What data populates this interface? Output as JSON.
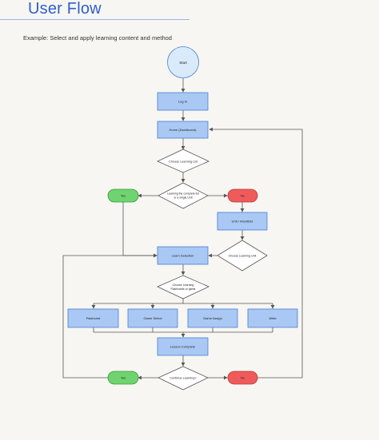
{
  "header": {
    "title": "User Flow",
    "subtitle": "Example: Select and apply learning content and method"
  },
  "nodes": {
    "start": "Start",
    "log_in": "Log In",
    "home": "Home (Dashboard)",
    "choose_list": "Choose Learning List",
    "learn_complete_q": [
      "Learning the complete list",
      "or a single Unit"
    ],
    "yes_top": "Yes",
    "no_top": "No",
    "unit_vocab": "Unit / Wordlists",
    "choose_unit": "Choose Learning Unit",
    "learn_selection": "Learn Selection",
    "choose_method": [
      "Choose Learning",
      "Flashcards or game"
    ],
    "flashcard": "Flashcard",
    "game_select": "Game Select",
    "game_assign": "Game Assign",
    "write": "Write",
    "lesson_complete": "Lesson Complete",
    "continue_q": "Continue Learning?",
    "yes_bottom": "Yes",
    "no_bottom": "No"
  },
  "colors": {
    "box_fill": "#a9c8f4",
    "box_stroke": "#4a7fd0",
    "start_fill": "#d9ebfb",
    "yes_fill": "#6fd36f",
    "no_fill": "#ef5b5b",
    "line": "#555555"
  }
}
